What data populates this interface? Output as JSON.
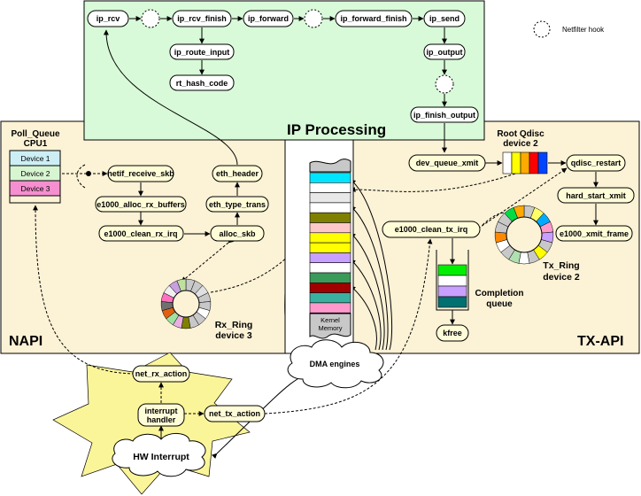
{
  "regions": {
    "ip_processing": "IP Processing",
    "napi": "NAPI",
    "tx_api": "TX-API"
  },
  "legend": {
    "netfilter_hook": "Netfilter hook"
  },
  "poll_queue": {
    "title_line1": "Poll_Queue",
    "title_line2": "CPU1",
    "devices": [
      "Device 1",
      "Device 2",
      "Device 3"
    ],
    "device_colors": [
      "#cdeef5",
      "#d8f5d2",
      "#f58fcf"
    ]
  },
  "ip_nodes": {
    "ip_rcv": "ip_rcv",
    "ip_rcv_finish": "ip_rcv_finish",
    "ip_forward": "ip_forward",
    "ip_forward_finish": "ip_forward_finish",
    "ip_send": "ip_send",
    "ip_route_input": "ip_route_input",
    "rt_hash_code": "rt_hash_code",
    "ip_output": "ip_output",
    "ip_finish_output": "ip_finish_output"
  },
  "rx_nodes": {
    "netif_receive_skb": "netif_receive_skb",
    "e1000_alloc_rx_buffers": "e1000_alloc_rx_buffers",
    "e1000_clean_rx_irq": "e1000_clean_rx_irq",
    "alloc_skb": "alloc_skb",
    "eth_type_trans": "eth_type_trans",
    "eth_header": "eth_header"
  },
  "rx_ring": {
    "line1": "Rx_Ring",
    "line2": "device 3"
  },
  "memory": {
    "label_line1": "Kernel",
    "label_line2": "Memory",
    "blocks": [
      "#00e5ff",
      "#ffffff",
      "#e8e8e8",
      "#ffffff",
      "#808000",
      "#ffc8c8",
      "#ffff00",
      "#ffff00",
      "#c8a0ff",
      "#ffffff",
      "#3a9a5a",
      "#a00000",
      "#3ab0a0",
      "#ff99cc"
    ]
  },
  "dma": {
    "label": "DMA engines"
  },
  "tx_nodes": {
    "dev_queue_xmit": "dev_queue_xmit",
    "qdisc_restart": "qdisc_restart",
    "hard_start_xmit": "hard_start_xmit",
    "e1000_xmit_frame": "e1000_xmit_frame",
    "e1000_clean_tx_irq": "e1000_clean_tx_irq",
    "kfree": "kfree"
  },
  "root_qdisc": {
    "line1": "Root Qdisc",
    "line2": "device 2",
    "colors": [
      "#ffffff",
      "#ffff00",
      "#ffaa00",
      "#ff0000",
      "#0044ff"
    ]
  },
  "tx_ring": {
    "line1": "Tx_Ring",
    "line2": "device 2"
  },
  "completion_queue": {
    "line1": "Completion",
    "line2": "queue",
    "colors": [
      "#00ee00",
      "#ffffff",
      "#c8a0ff",
      "#007070"
    ]
  },
  "interrupt": {
    "net_rx_action": "net_rx_action",
    "interrupt_handler_line1": "interrupt",
    "interrupt_handler_line2": "handler",
    "net_tx_action": "net_tx_action",
    "hw_interrupt": "HW Interrupt"
  }
}
